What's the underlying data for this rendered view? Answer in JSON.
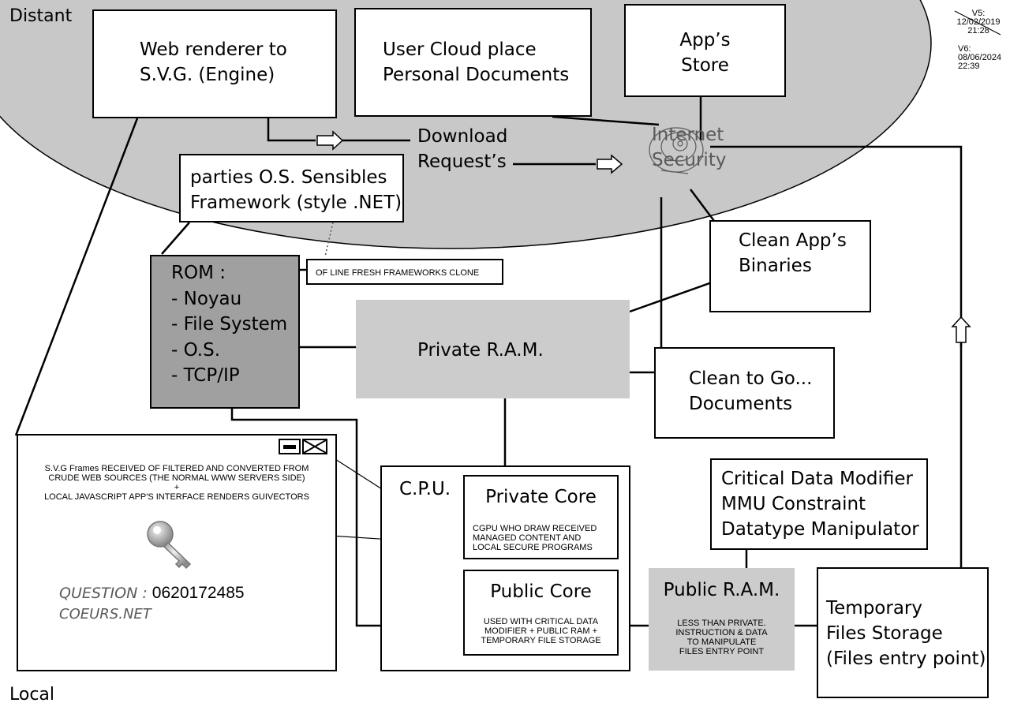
{
  "zones": {
    "distant": "Distant",
    "local": "Local"
  },
  "versions": {
    "v5": [
      "V5:",
      "12/02/2019",
      "21:28"
    ],
    "v6": [
      "V6:",
      "08/06/2024",
      "22:39"
    ]
  },
  "boxes": {
    "web_renderer": [
      "Web renderer to",
      "S.V.G. (Engine)"
    ],
    "user_cloud": [
      "User Cloud place",
      "Personal Documents"
    ],
    "app_store": [
      "App’s",
      "Store"
    ],
    "download": [
      "Download",
      "Request’s"
    ],
    "internet_security": [
      "Internet",
      "Security"
    ],
    "frameworks": [
      "parties O.S. Sensibles",
      "Framework (style .NET)"
    ],
    "offline_clone": "OF LINE FRESH FRAMEWORKS CLONE",
    "rom": [
      "ROM :",
      "- Noyau",
      "- File System",
      "- O.S.",
      "- TCP/IP"
    ],
    "clean_binaries": [
      "Clean App’s",
      "Binaries"
    ],
    "private_ram": "Private R.A.M.",
    "clean_documents": [
      "Clean to Go...",
      "Documents"
    ],
    "svg_window": {
      "text": [
        "S.V.G Frames RECEIVED OF FILTERED AND CONVERTED FROM",
        "CRUDE WEB SOURCES (THE NORMAL WWW SERVERS SIDE)",
        "+",
        "LOCAL JAVASCRIPT APP'S INTERFACE RENDERS GUIVECTORS"
      ],
      "question_label": "QUESTION :",
      "question_number": "0620172485",
      "site": "COEURS.NET"
    },
    "cpu": "C.P.U.",
    "private_core": {
      "title": "Private Core",
      "desc": [
        "CGPU WHO DRAW RECEIVED",
        "MANAGED CONTENT AND",
        "LOCAL SECURE PROGRAMS"
      ]
    },
    "public_core": {
      "title": "Public Core",
      "desc": [
        "USED WITH CRITICAL DATA",
        "MODIFIER + PUBLIC RAM +",
        "TEMPORARY FILE STORAGE"
      ]
    },
    "critical_data": [
      "Critical Data Modifier",
      "MMU Constraint",
      "Datatype Manipulator"
    ],
    "public_ram": {
      "title": "Public R.A.M.",
      "desc": [
        "LESS THAN PRIVATE.",
        "INSTRUCTION & DATA",
        "TO MANIPULATE",
        "FILES ENTRY POINT"
      ]
    },
    "temp_storage": [
      "Temporary",
      "Files Storage",
      "(Files entry point)"
    ]
  },
  "colors": {
    "distant_zone": "#c8c8c8",
    "rom": "#a0a0a0",
    "ram": "#cccccc",
    "security": "#5a5a5a",
    "question": "#5a5a5a"
  }
}
